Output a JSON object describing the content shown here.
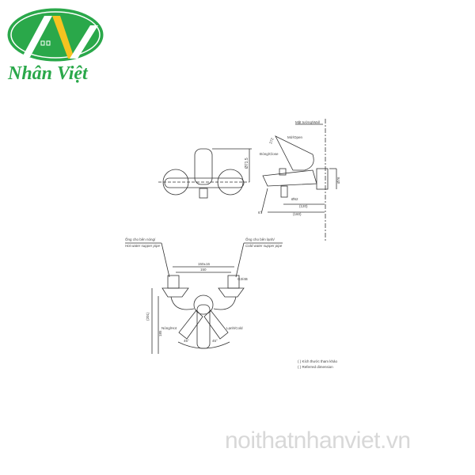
{
  "logo": {
    "brand": "Nhân Việt"
  },
  "side_view": {
    "wall_label": "Mặt tường/Wall",
    "open_label": "Mở/Open",
    "close_label": "Đóng/Close",
    "dim_handle": "272",
    "dim_outlet": "Ø52",
    "dim_depth1": "(120)",
    "dim_depth2": "(160)",
    "dim_flange": "Ø76",
    "dim_angle": "6°"
  },
  "front_top_view": {
    "dim_height": "Ø71.5"
  },
  "front_view": {
    "hot_pipe_vi": "Ống cho bên nóng/",
    "hot_pipe_en": "Hot water supper pipe",
    "cold_pipe_vi": "Ống cho bên lạnh/",
    "cold_pipe_en": "Cold water supper pipe",
    "dim_centers_range": "150±16",
    "dim_centers": "150",
    "dim_thread": "G3/4B",
    "dim_total_height": "(201)",
    "dim_height": "185",
    "hot_label": "Nóng/Hot",
    "cold_label": "Lạnh/Cold",
    "angle_hot": "45°",
    "angle_cold": "45°"
  },
  "legend": {
    "line_vi": "(    ) Kích thước tham khảo",
    "line_en": "(    ) Referred dimension"
  },
  "watermark": "noithatnhanviet.vn"
}
